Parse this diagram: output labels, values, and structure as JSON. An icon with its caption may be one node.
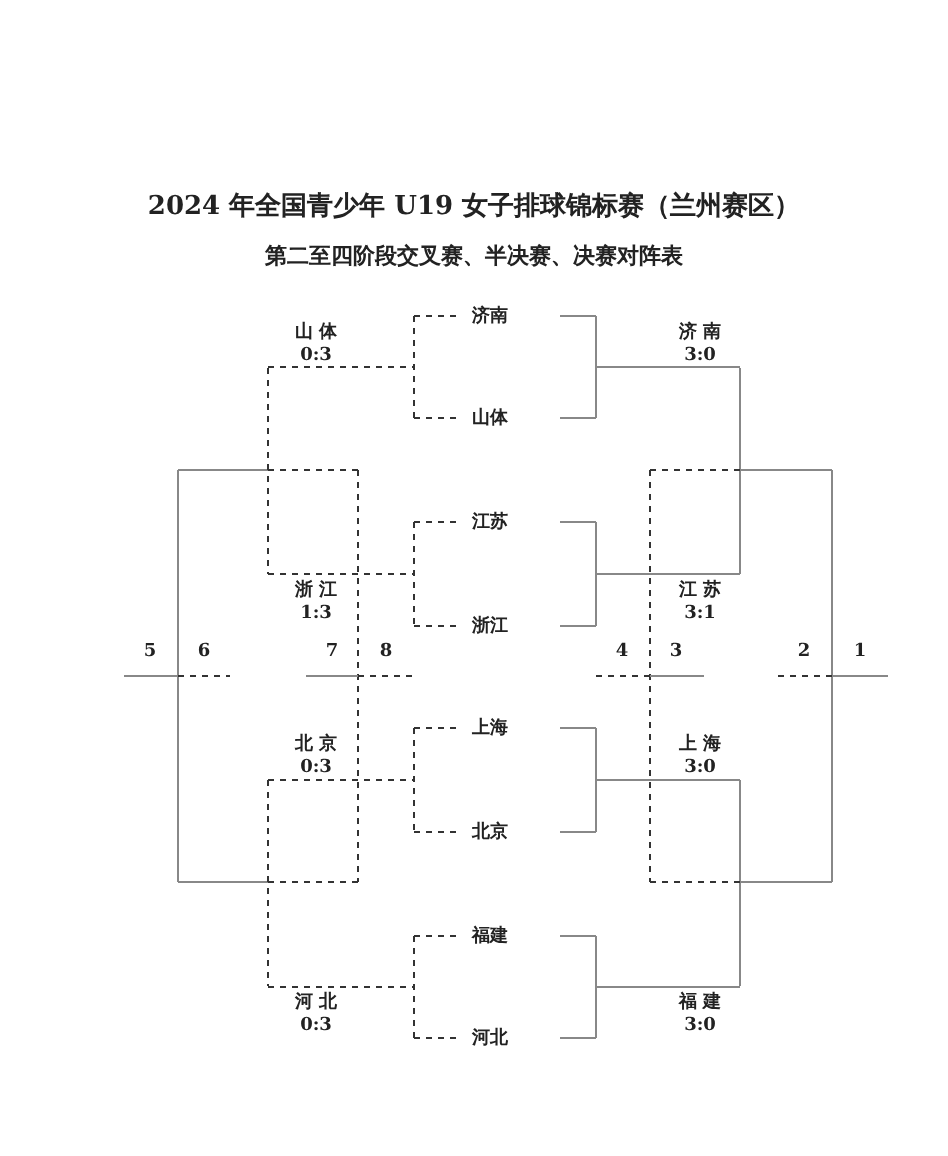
{
  "diagram": {
    "title": "2024 年全国青少年 U19 女子排球锦标赛（兰州赛区）",
    "labels": [
      "第二至四阶段交叉赛、半决赛、决赛对阵表",
      "济南",
      "山 体",
      "0:3",
      "济 南",
      "3:0",
      "山体",
      "江苏",
      "浙江",
      "浙 江",
      "1:3",
      "江 苏",
      "3:1",
      "5",
      "6",
      "7",
      "8",
      "4",
      "3",
      "2",
      "1",
      "上海",
      "北 京",
      "0:3",
      "上 海",
      "3:0",
      "北京",
      "福建",
      "河 北",
      "0:3",
      "福 建",
      "3:0",
      "河北"
    ]
  }
}
